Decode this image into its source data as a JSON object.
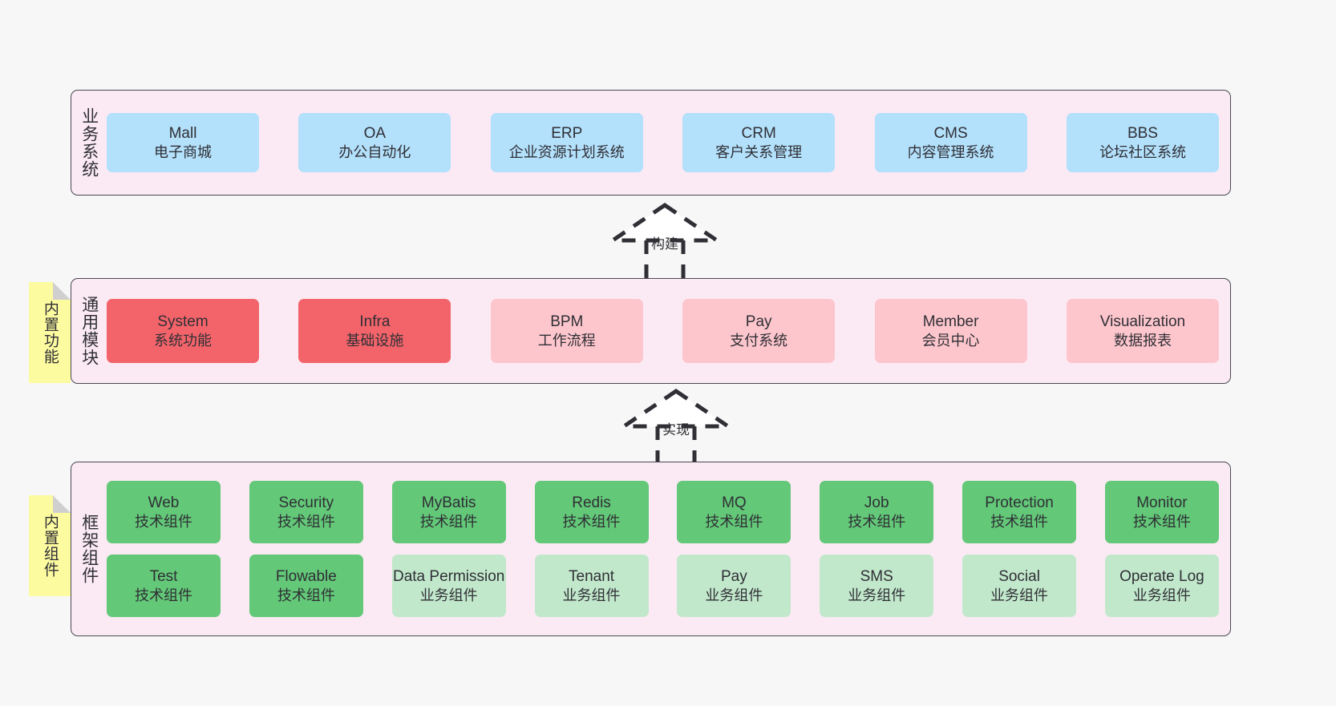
{
  "diagram": {
    "background_color": "#f7f7f7",
    "panel_color": "#fbeaf4",
    "panel_border_color": "#4a4a52",
    "note_color": "#fdfba0"
  },
  "layers": [
    {
      "id": "business",
      "title": "业务系统",
      "accent": "#b3e0fb",
      "rows": [
        [
          {
            "name": "Mall",
            "sub": "电子商城",
            "style": "c-blue"
          },
          {
            "name": "OA",
            "sub": "办公自动化",
            "style": "c-blue"
          },
          {
            "name": "ERP",
            "sub": "企业资源计划系统",
            "style": "c-blue"
          },
          {
            "name": "CRM",
            "sub": "客户关系管理",
            "style": "c-blue"
          },
          {
            "name": "CMS",
            "sub": "内容管理系统",
            "style": "c-blue"
          },
          {
            "name": "BBS",
            "sub": "论坛社区系统",
            "style": "c-blue"
          }
        ]
      ]
    },
    {
      "id": "common",
      "title": "通用模块",
      "accent": "#f3646a",
      "rows": [
        [
          {
            "name": "System",
            "sub": "系统功能",
            "style": "c-red"
          },
          {
            "name": "Infra",
            "sub": "基础设施",
            "style": "c-red"
          },
          {
            "name": "BPM",
            "sub": "工作流程",
            "style": "c-pink"
          },
          {
            "name": "Pay",
            "sub": "支付系统",
            "style": "c-pink"
          },
          {
            "name": "Member",
            "sub": "会员中心",
            "style": "c-pink"
          },
          {
            "name": "Visualization",
            "sub": "数据报表",
            "style": "c-pink"
          }
        ]
      ]
    },
    {
      "id": "framework",
      "title": "框架组件",
      "accent": "#63c878",
      "rows": [
        [
          {
            "name": "Web",
            "sub": "技术组件",
            "style": "c-green"
          },
          {
            "name": "Security",
            "sub": "技术组件",
            "style": "c-green"
          },
          {
            "name": "MyBatis",
            "sub": "技术组件",
            "style": "c-green"
          },
          {
            "name": "Redis",
            "sub": "技术组件",
            "style": "c-green"
          },
          {
            "name": "MQ",
            "sub": "技术组件",
            "style": "c-green"
          },
          {
            "name": "Job",
            "sub": "技术组件",
            "style": "c-green"
          },
          {
            "name": "Protection",
            "sub": "技术组件",
            "style": "c-green"
          },
          {
            "name": "Monitor",
            "sub": "技术组件",
            "style": "c-green"
          }
        ],
        [
          {
            "name": "Test",
            "sub": "技术组件",
            "style": "c-green"
          },
          {
            "name": "Flowable",
            "sub": "技术组件",
            "style": "c-green"
          },
          {
            "name": "Data Permission",
            "sub": "业务组件",
            "style": "c-lightgreen"
          },
          {
            "name": "Tenant",
            "sub": "业务组件",
            "style": "c-lightgreen"
          },
          {
            "name": "Pay",
            "sub": "业务组件",
            "style": "c-lightgreen"
          },
          {
            "name": "SMS",
            "sub": "业务组件",
            "style": "c-lightgreen"
          },
          {
            "name": "Social",
            "sub": "业务组件",
            "style": "c-lightgreen"
          },
          {
            "name": "Operate Log",
            "sub": "业务组件",
            "style": "c-lightgreen"
          }
        ]
      ]
    }
  ],
  "notes": [
    {
      "id": "builtin-function",
      "label": "内置功能"
    },
    {
      "id": "builtin-component",
      "label": "内置组件"
    }
  ],
  "connectors": [
    {
      "id": "build",
      "label": "构建",
      "from": "common",
      "to": "business",
      "style": "dashed-hollow-triangle"
    },
    {
      "id": "impl",
      "label": "实现",
      "from": "framework",
      "to": "common",
      "style": "dashed-hollow-triangle"
    }
  ]
}
